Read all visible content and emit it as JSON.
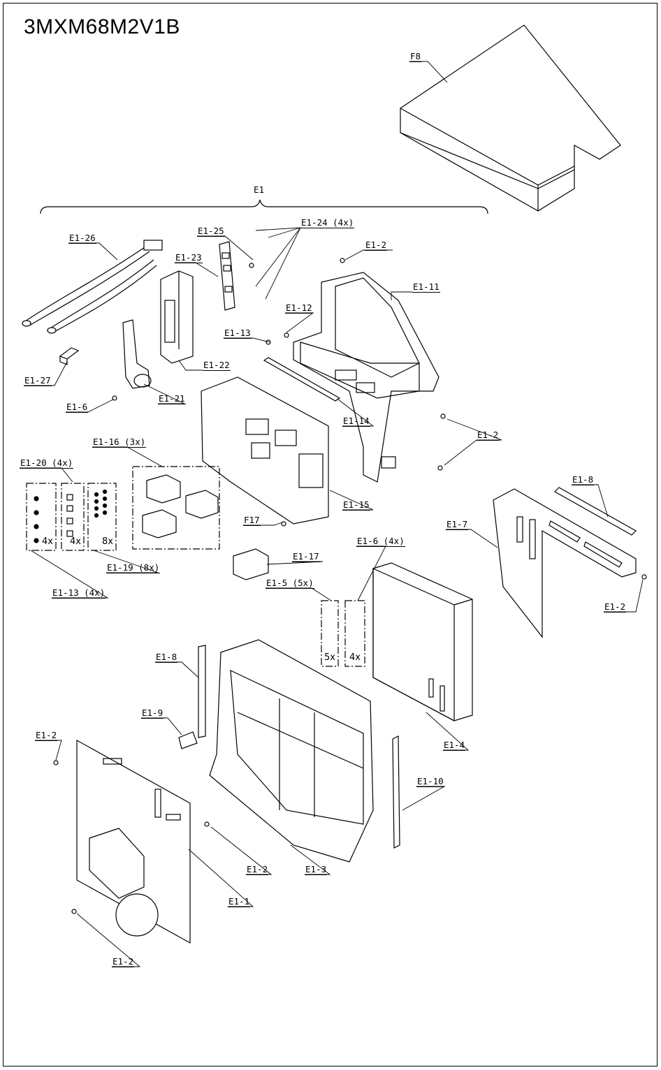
{
  "title": "3MXM68M2V1B",
  "group_label": "E1",
  "labels": {
    "F8": "F8",
    "E1_24": "E1-24 (4x)",
    "E1_25": "E1-25",
    "E1_26": "E1-26",
    "E1_23": "E1-23",
    "E1_2_top": "E1-2",
    "E1_11": "E1-11",
    "E1_12": "E1-12",
    "E1_13": "E1-13",
    "E1_22": "E1-22",
    "E1_27": "E1-27",
    "E1_21": "E1-21",
    "E1_6": "E1-6",
    "E1_14": "E1-14",
    "E1_2_right": "E1-2",
    "E1_16": "E1-16 (3x)",
    "E1_20": "E1-20 (4x)",
    "E1_8_top": "E1-8",
    "E1_7": "E1-7",
    "E1_15": "E1-15",
    "F17": "F17",
    "E1_6_4x": "E1-6 (4x)",
    "E1_17": "E1-17",
    "E1_19": "E1-19 (8x)",
    "E1_13_4x": "E1-13 (4x)",
    "E1_5": "E1-5 (5x)",
    "E1_2_far_right": "E1-2",
    "E1_8_left": "E1-8",
    "E1_9": "E1-9",
    "E1_4": "E1-4",
    "E1_2_left": "E1-2",
    "E1_10": "E1-10",
    "E1_2_mid": "E1-2",
    "E1_3": "E1-3",
    "E1_1": "E1-1",
    "E1_2_bottom": "E1-2"
  },
  "quantities": {
    "screws_4x_a": "4x",
    "screws_4x_b": "4x",
    "screws_8x": "8x",
    "screws_5x": "5x",
    "screws_4x_c": "4x"
  }
}
